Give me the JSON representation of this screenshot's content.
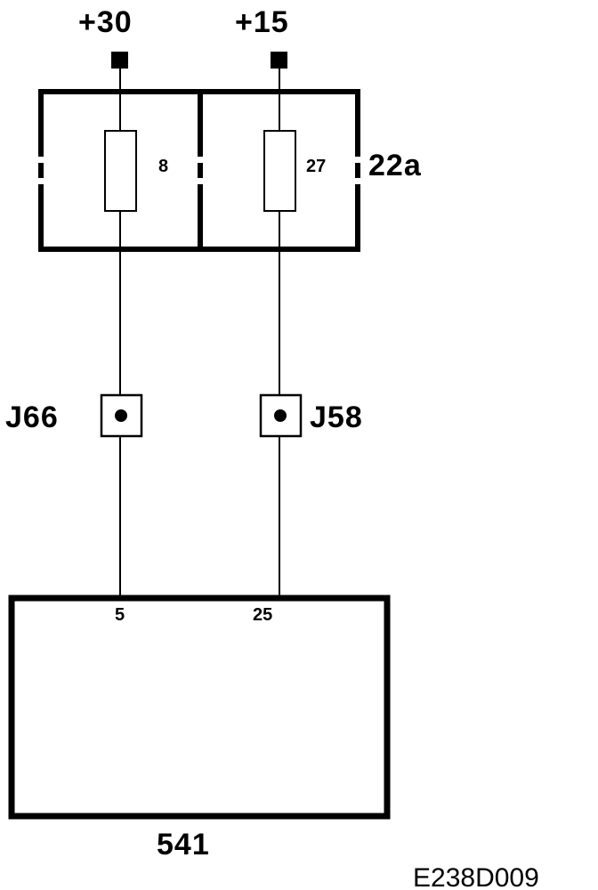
{
  "supply": {
    "terminal_30": "+30",
    "terminal_15": "+15"
  },
  "fusebox": {
    "label": "22a",
    "fuse_left": "8",
    "fuse_right": "27"
  },
  "connectors": {
    "left": "J66",
    "right": "J58"
  },
  "module": {
    "label": "541",
    "pin_left": "5",
    "pin_right": "25"
  },
  "diagram_id": "E238D009"
}
